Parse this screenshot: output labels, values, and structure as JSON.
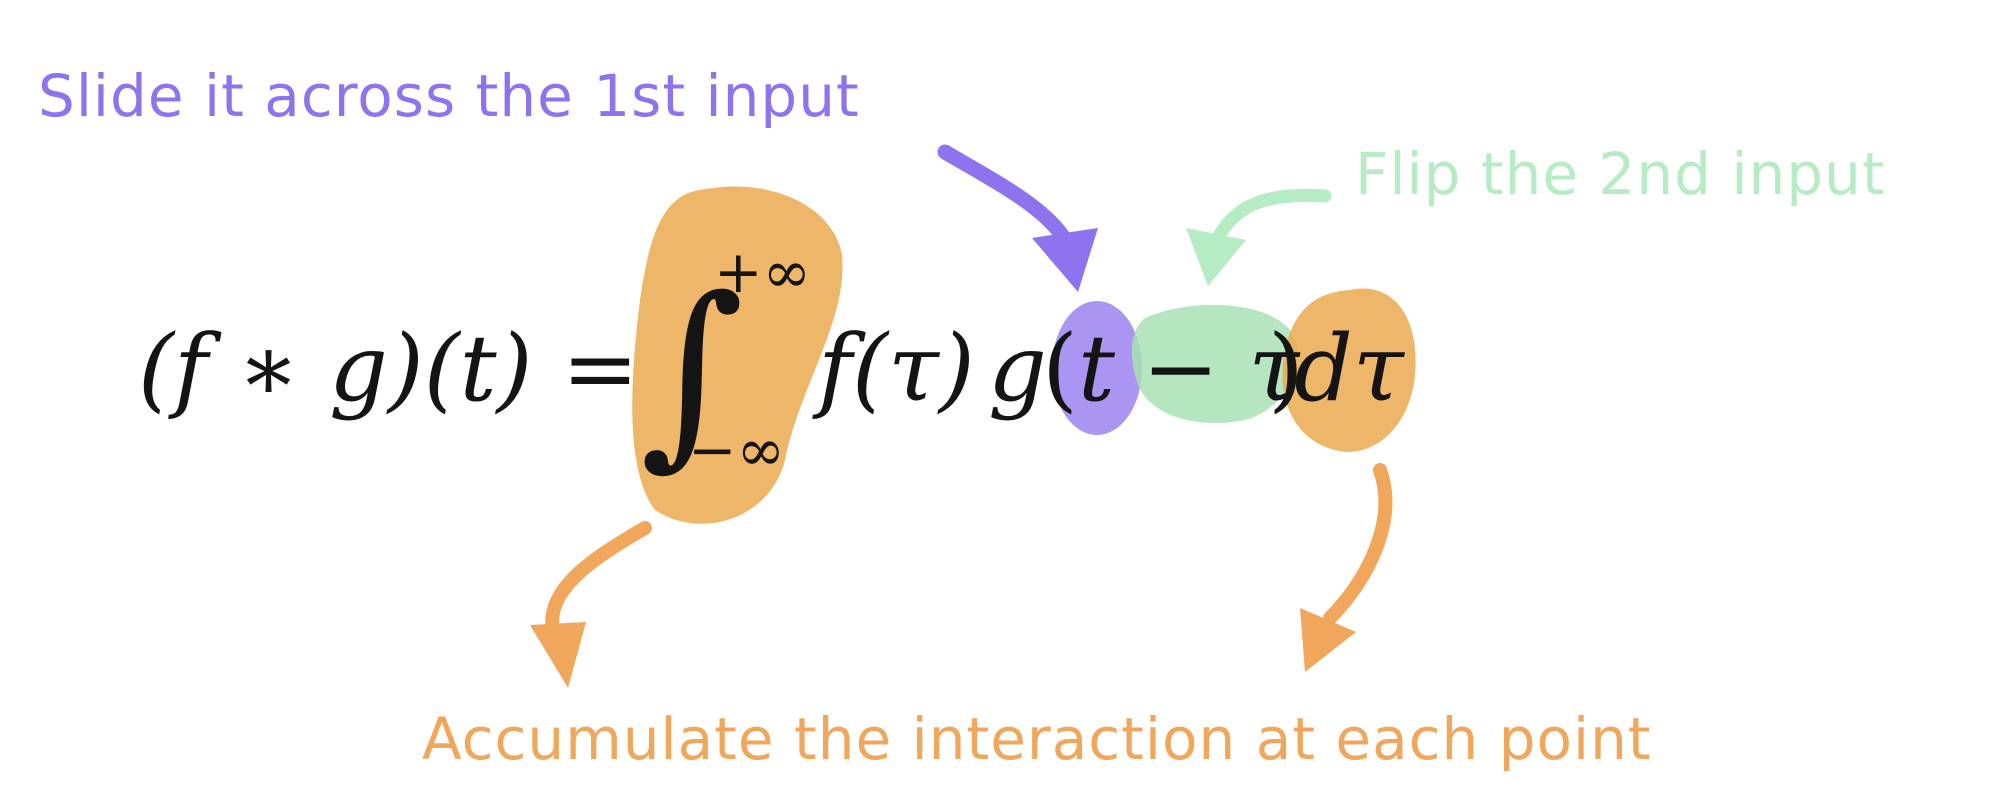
{
  "annotations": {
    "slide": "Slide it across the 1st input",
    "flip": "Flip the 2nd input",
    "accumulate": "Accumulate the interaction at each point"
  },
  "formula": {
    "lhs": "(f ∗ g)(t) =",
    "integral_sign": "∫",
    "upper_limit": "+∞",
    "lower_limit": "−∞",
    "f_tau": "f(τ)",
    "g": "g",
    "paren_open": "(",
    "t": "t",
    "minus_tau": "− τ",
    "paren_close": ")",
    "d_tau": "dτ"
  },
  "colors": {
    "purple": "#8f72ee",
    "green": "#b6ecc4",
    "orange": "#f0a75c",
    "orange_fill": "#eba94e"
  }
}
